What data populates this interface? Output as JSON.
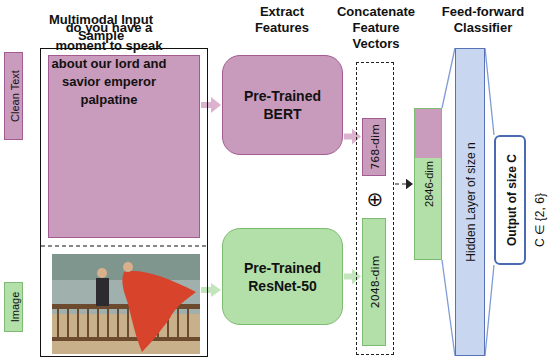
{
  "diagram": {
    "nodes": [
      {
        "text": [
          "Multimodal Input Sample"
        ]
      },
      {
        "text": [
          "do you have a moment to speak about our lord and savior emperor palpatine"
        ],
        "in": 0
      },
      {
        "text": [
          "Clean Text"
        ]
      },
      {
        "text": [
          "Image"
        ]
      },
      {
        "text": [
          "Pre-Trained BERT"
        ]
      },
      {
        "text": [
          "Pre-Trained ResNet-50"
        ]
      },
      {
        "text": [
          "⊕"
        ]
      },
      {
        "text": [
          "768-dim"
        ],
        "in": 6
      },
      {
        "text": [
          "2048-dim"
        ],
        "in": 6
      },
      {
        "text": [
          "2846-dim"
        ]
      },
      {
        "text": [
          "Hidden Layer of size n"
        ]
      },
      {
        "text": [
          "Output of size C"
        ]
      }
    ],
    "edges": [
      {
        "from": 1,
        "to": 4,
        "arrow": "to"
      },
      {
        "from": 4,
        "to": 7,
        "arrow": "to"
      },
      {
        "from": 5,
        "to": 8,
        "arrow": "to"
      },
      {
        "from": 6,
        "to": 9,
        "arrow": "to"
      },
      {
        "from": 9,
        "to": 10,
        "arrow": "none"
      },
      {
        "from": 10,
        "to": 11,
        "arrow": "none"
      }
    ],
    "labels": [
      "Extract Features",
      "Concatenate Feature Vectors",
      "Feed-forward Classifier",
      "C ∈ {2, 6}"
    ]
  }
}
